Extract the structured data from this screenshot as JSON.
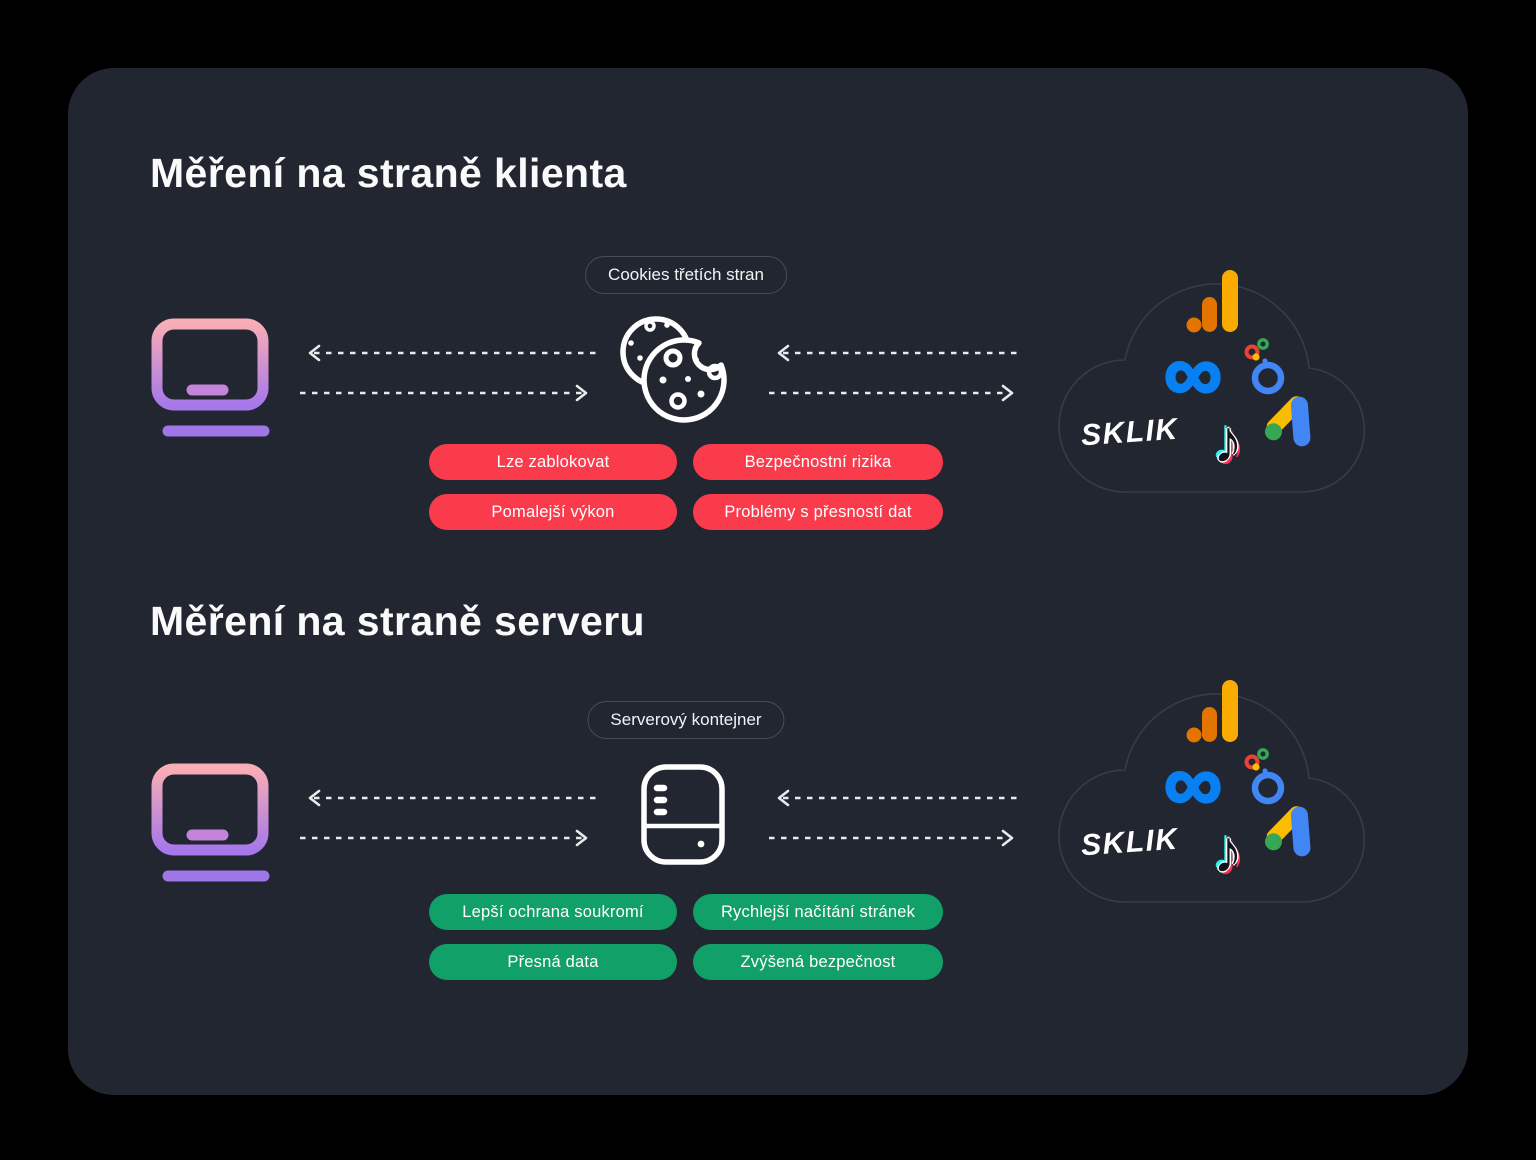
{
  "page": {
    "background": "#000000",
    "card_background": "#212631"
  },
  "sections": [
    {
      "title": "Měření na straně klienta",
      "node_label": "Cookies třetích stran",
      "node_icon": "cookie-icon",
      "tag_color": "#F93B4C",
      "tags": [
        "Lze zablokovat",
        "Bezpečnostní rizika",
        "Pomalejší výkon",
        "Problémy s přesností dat"
      ]
    },
    {
      "title": "Měření na straně serveru",
      "node_label": "Serverový kontejner",
      "node_icon": "server-icon",
      "tag_color": "#11A067",
      "tags": [
        "Lepší ochrana soukromí",
        "Rychlejší načítání stránek",
        "Přesná data",
        "Zvýšená bezpečnost"
      ]
    }
  ],
  "cloud": {
    "sklik_label": "Sklik",
    "logos": [
      "google-analytics-logo",
      "meta-logo",
      "google-marketing-circles-logo",
      "sklik-logo",
      "tiktok-logo",
      "google-ads-logo"
    ]
  },
  "icons": {
    "laptop": "laptop-icon",
    "cookie": "cookie-icon",
    "server": "server-container-icon",
    "meta_glyph": "∞",
    "tiktok_glyph": "♪"
  },
  "colors": {
    "negative_tag": "#F93B4C",
    "positive_tag": "#11A067",
    "arrow": "#E9EAEC",
    "label_border": "#474E59",
    "laptop_gradient_top": "#F9ADB6",
    "laptop_gradient_bottom": "#A678EA",
    "laptop_base": "#9E76E8",
    "laptop_inner_bar": "#C683DA",
    "ga_amber": "#F9AB00",
    "ga_orange": "#E37400",
    "meta_blue": "#0880F2",
    "google_blue": "#4285F4",
    "google_yellow": "#FBBC04",
    "google_green": "#34A853",
    "google_red": "#EA4335",
    "tiktok_cyan": "#25F4EE",
    "tiktok_red": "#FE2C55",
    "cloud_outline": "#353C4A"
  }
}
